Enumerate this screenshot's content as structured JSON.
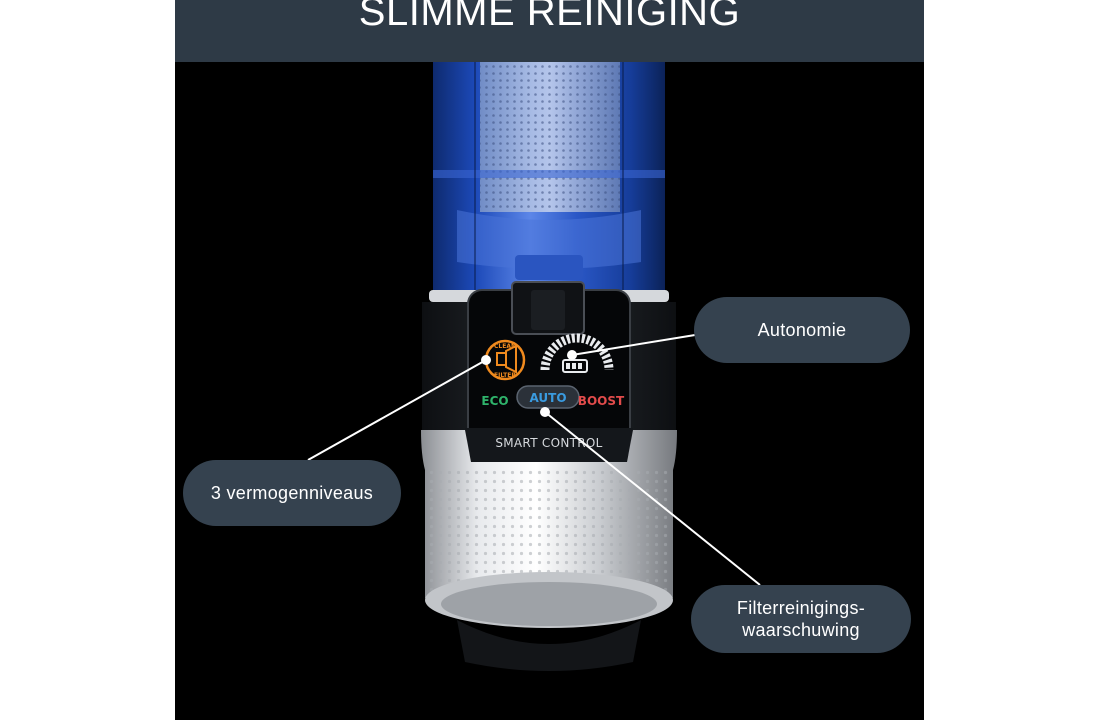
{
  "banner": {
    "title": "SLIMME REINIGING"
  },
  "control_panel": {
    "clean_filter_top": "CLEAN",
    "clean_filter_bottom": "FILTER",
    "mode_eco": "ECO",
    "mode_auto": "AUTO",
    "mode_boost": "BOOST",
    "smart_control": "SMART CONTROL"
  },
  "callouts": {
    "autonomie": "Autonomie",
    "vermogen": "3 vermogenniveaus",
    "filter_line1": "Filterreinigings-",
    "filter_line2": "waarschuwing"
  },
  "colors": {
    "banner_bg": "#2e3a46",
    "callout_bg": "#35424f",
    "eco": "#2fb36b",
    "auto": "#3a9be0",
    "boost": "#e24b4b",
    "clean_filter": "#f08a1e"
  }
}
